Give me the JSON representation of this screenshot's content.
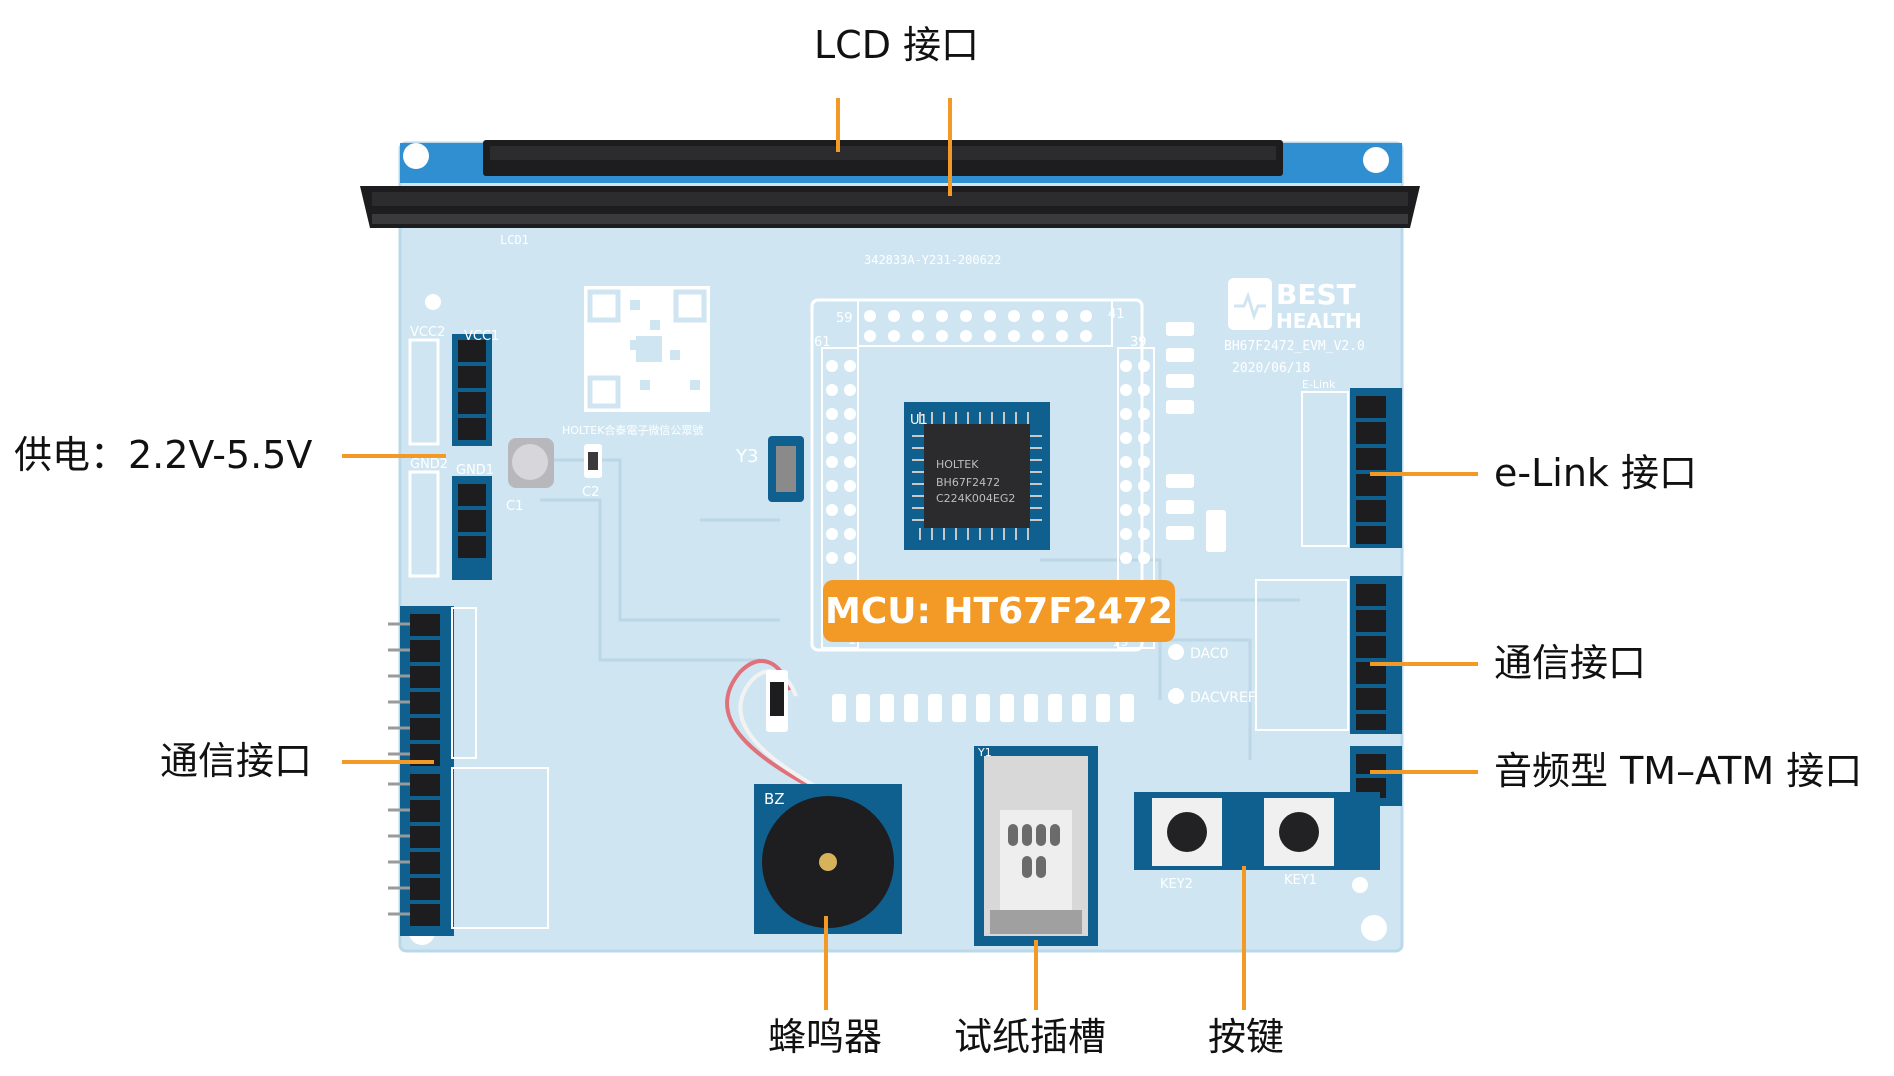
{
  "colors": {
    "accent": "#f39a26",
    "board": "#cfe6f2",
    "board_edge": "#2f8fd0",
    "module_dark": "#0f5f8f",
    "header_black": "#1d1d1f"
  },
  "callouts": {
    "lcd": "LCD 接口",
    "power": "供电：2.2V-5.5V",
    "elink": "e-Link 接口",
    "comm_right": "通信接口",
    "audio": "音频型 TM–ATM 接口",
    "comm_left": "通信接口",
    "buzzer": "蜂鸣器",
    "strip_slot": "试纸插槽",
    "keys": "按键"
  },
  "mcu_label": "MCU: HT67F2472",
  "silkscreen": {
    "board_id": "342833A-Y231-200622",
    "brand_line1": "BEST",
    "brand_line2": "HEALTH",
    "board_name": "BH67F2472_EVM_V2.0",
    "date": "2020/06/18",
    "chip_brand": "HOLTEK",
    "chip_part": "BH67F2472",
    "chip_lot": "C224K004EG2",
    "u1": "U1",
    "y3": "Y3",
    "holtek_wechat": "HOLTEK合泰電子微信公眾號",
    "vcc2": "VCC2",
    "vcc1": "VCC1",
    "gnd2": "GND2",
    "gnd1": "GND1",
    "c1": "C1",
    "c2": "C2",
    "bz": "BZ",
    "key2": "KEY2",
    "key1": "KEY1",
    "dac0": "DAC0",
    "dacvref": "DACVREF",
    "elink_title": "E-Link",
    "y1": "Y1"
  }
}
